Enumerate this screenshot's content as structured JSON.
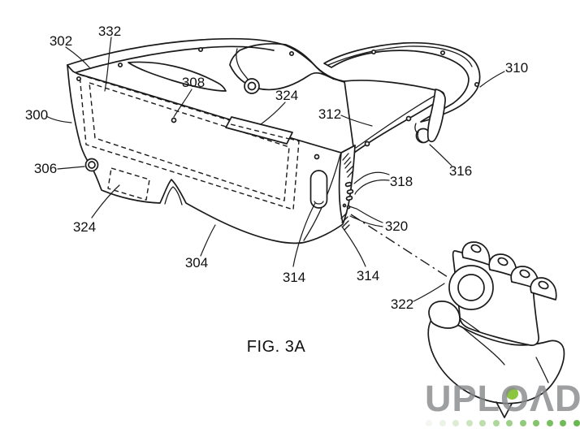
{
  "figure": {
    "caption": "FIG. 3A",
    "reference_labels": [
      "300",
      "302",
      "304",
      "306",
      "308",
      "310",
      "312",
      "314",
      "314",
      "316",
      "318",
      "320",
      "322",
      "324",
      "324",
      "332"
    ]
  },
  "watermark": {
    "brand": "UPLOAD",
    "display_text": "UPLOΛD",
    "text_color": "#87898c",
    "accent_green": "#8cc63e",
    "dot_colors": [
      "#f3f6f1",
      "#ebf3e6",
      "#ddecd2",
      "#cde5bf",
      "#bedead",
      "#aed79b",
      "#9fd08a",
      "#91ca7a",
      "#84c46c",
      "#79bf60",
      "#70bb57",
      "#69b850"
    ]
  }
}
